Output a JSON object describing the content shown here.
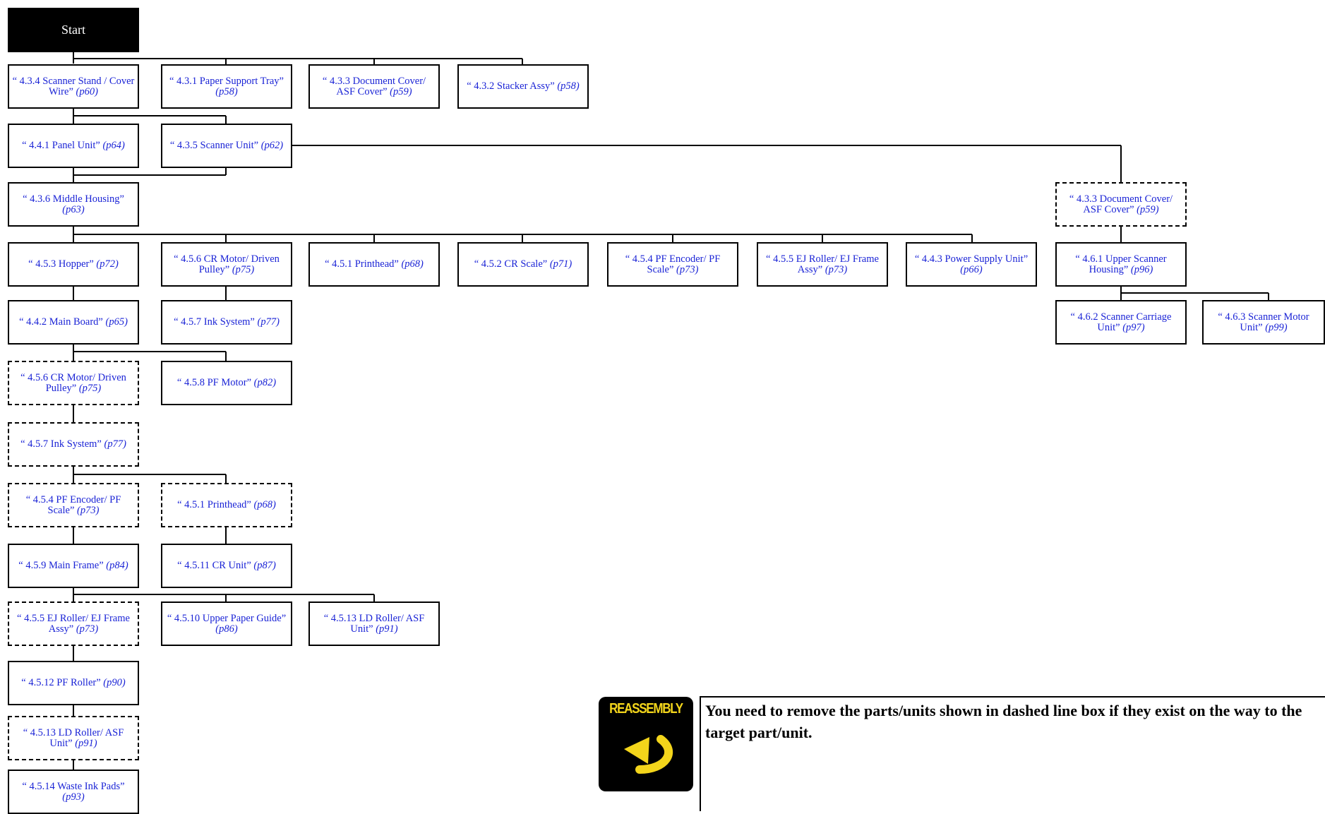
{
  "start_label": "Start",
  "nodes": [
    {
      "id": "n01",
      "pre": "“ 4.3.4 Scanner Stand / Cover Wire”",
      "page": "(p60)",
      "dashed": false
    },
    {
      "id": "n02",
      "pre": "“ 4.3.1 Paper Support Tray”",
      "page": "(p58)",
      "dashed": false
    },
    {
      "id": "n03",
      "pre": "“ 4.3.3 Document Cover/ ASF Cover”",
      "page": "(p59)",
      "dashed": false
    },
    {
      "id": "n04",
      "pre": "“ 4.3.2 Stacker Assy”",
      "page": "(p58)",
      "dashed": false
    },
    {
      "id": "n05",
      "pre": "“ 4.4.1 Panel Unit”",
      "page": "(p64)",
      "dashed": false
    },
    {
      "id": "n06",
      "pre": "“ 4.3.5 Scanner Unit”",
      "page": "(p62)",
      "dashed": false
    },
    {
      "id": "n07",
      "pre": "“ 4.3.6 Middle Housing”",
      "page": "(p63)",
      "dashed": false
    },
    {
      "id": "n08",
      "pre": "“ 4.3.3 Document Cover/ ASF Cover”",
      "page": "(p59)",
      "dashed": true
    },
    {
      "id": "n09",
      "pre": "“ 4.5.3 Hopper”",
      "page": "(p72)",
      "dashed": false
    },
    {
      "id": "n10",
      "pre": "“ 4.5.6 CR Motor/ Driven Pulley”",
      "page": "(p75)",
      "dashed": false
    },
    {
      "id": "n11",
      "pre": "“ 4.5.1 Printhead”",
      "page": "(p68)",
      "dashed": false
    },
    {
      "id": "n12",
      "pre": "“ 4.5.2 CR Scale”",
      "page": "(p71)",
      "dashed": false
    },
    {
      "id": "n13",
      "pre": "“ 4.5.4 PF Encoder/ PF Scale”",
      "page": "(p73)",
      "dashed": false
    },
    {
      "id": "n14",
      "pre": "“ 4.5.5 EJ Roller/ EJ Frame Assy”",
      "page": "(p73)",
      "dashed": false
    },
    {
      "id": "n15",
      "pre": "“ 4.4.3 Power Supply Unit”",
      "page": "(p66)",
      "dashed": false
    },
    {
      "id": "n16",
      "pre": "“ 4.6.1 Upper Scanner Housing”",
      "page": "(p96)",
      "dashed": false
    },
    {
      "id": "n17",
      "pre": "“ 4.4.2 Main Board”",
      "page": "(p65)",
      "dashed": false
    },
    {
      "id": "n18",
      "pre": "“ 4.5.7 Ink System”",
      "page": "(p77)",
      "dashed": false
    },
    {
      "id": "n19",
      "pre": "“ 4.6.2 Scanner Carriage Unit”",
      "page": "(p97)",
      "dashed": false
    },
    {
      "id": "n20",
      "pre": "“ 4.6.3 Scanner Motor Unit”",
      "page": "(p99)",
      "dashed": false
    },
    {
      "id": "n21",
      "pre": "“ 4.5.6 CR Motor/ Driven Pulley”",
      "page": "(p75)",
      "dashed": true
    },
    {
      "id": "n22",
      "pre": "“ 4.5.8 PF Motor”",
      "page": "(p82)",
      "dashed": false
    },
    {
      "id": "n23",
      "pre": "“ 4.5.7 Ink System”",
      "page": "(p77)",
      "dashed": true
    },
    {
      "id": "n24",
      "pre": "“ 4.5.4 PF Encoder/ PF Scale”",
      "page": "(p73)",
      "dashed": true
    },
    {
      "id": "n25",
      "pre": "“ 4.5.1 Printhead”",
      "page": "(p68)",
      "dashed": true
    },
    {
      "id": "n26",
      "pre": "“ 4.5.9 Main Frame”",
      "page": "(p84)",
      "dashed": false
    },
    {
      "id": "n27",
      "pre": "“ 4.5.11 CR Unit”",
      "page": "(p87)",
      "dashed": false
    },
    {
      "id": "n28",
      "pre": "“ 4.5.5 EJ Roller/ EJ Frame Assy”",
      "page": "(p73)",
      "dashed": true
    },
    {
      "id": "n29",
      "pre": "“ 4.5.10 Upper Paper Guide”",
      "page": "(p86)",
      "dashed": false
    },
    {
      "id": "n30",
      "pre": "“ 4.5.13 LD Roller/ ASF Unit”",
      "page": "(p91)",
      "dashed": false
    },
    {
      "id": "n31",
      "pre": "“ 4.5.12 PF Roller”",
      "page": "(p90)",
      "dashed": false
    },
    {
      "id": "n32",
      "pre": "“ 4.5.13 LD Roller/ ASF Unit”",
      "page": "(p91)",
      "dashed": true
    },
    {
      "id": "n33",
      "pre": "“ 4.5.14 Waste Ink Pads”",
      "page": "(p93)",
      "dashed": false
    }
  ],
  "note": {
    "icon_label": "REASSEMBLY",
    "icon_color": "#f3d51b",
    "text": "You need to remove the parts/units shown in dashed line box if they exist on the way to the target part/unit."
  },
  "colors": {
    "link": "#1a23d6",
    "box_border": "#000000",
    "start_bg": "#000000"
  }
}
